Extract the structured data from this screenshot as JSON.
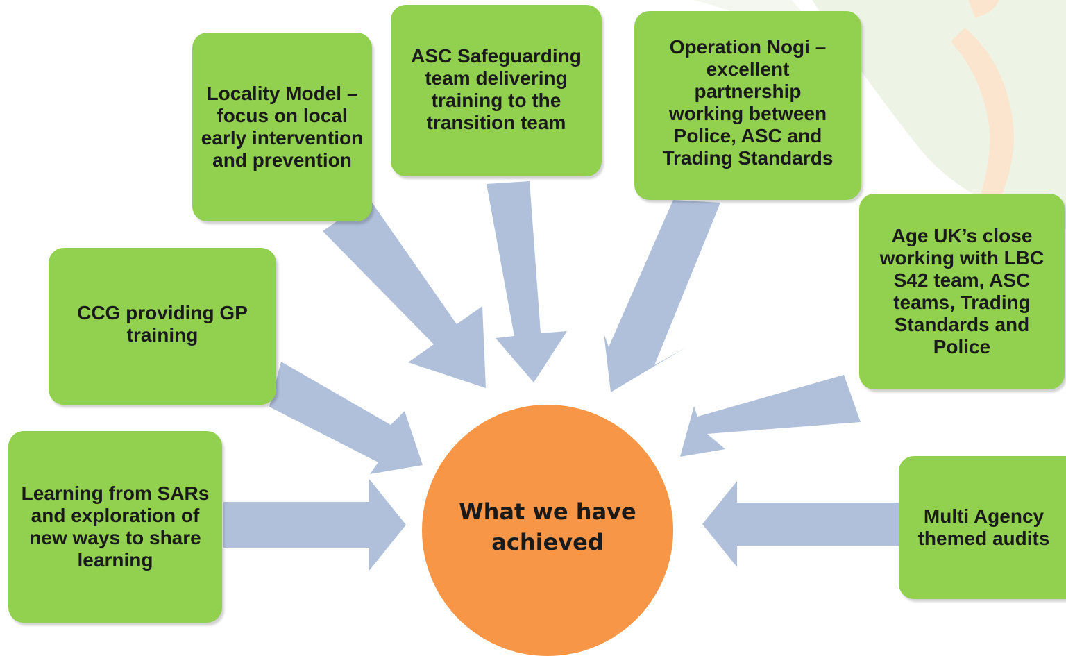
{
  "center": {
    "label": "What we have achieved",
    "color": "#f79646"
  },
  "box_color": "#92d050",
  "arrow_color": "#b0c0db",
  "boxes": [
    {
      "id": "locality-model",
      "text": "Locality Model – focus on local early intervention and prevention"
    },
    {
      "id": "asc-safeguarding",
      "text": "ASC Safeguarding team delivering training to the transition team"
    },
    {
      "id": "operation-nogi",
      "text": "Operation Nogi – excellent partnership working between Police, ASC and Trading Standards"
    },
    {
      "id": "ccg-gp-training",
      "text": "CCG providing GP training"
    },
    {
      "id": "age-uk",
      "text": "Age UK’s close working with LBC S42 team, ASC teams, Trading Standards and Police"
    },
    {
      "id": "learning-sars",
      "text": "Learning from SARs  and exploration of new ways to share learning"
    },
    {
      "id": "multi-agency-audits",
      "text": "Multi Agency themed audits"
    }
  ]
}
